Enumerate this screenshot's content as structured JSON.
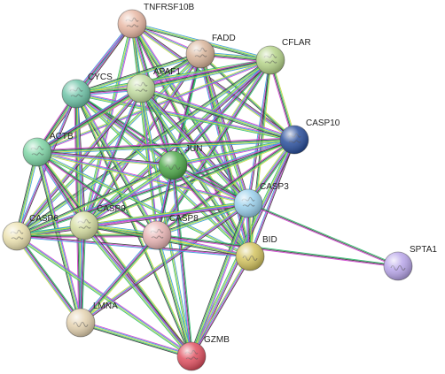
{
  "nodes": [
    {
      "id": "TNFRSF10B",
      "label": "TNFRSF10B",
      "color": "#e8b8a4",
      "glyph": "protein-icon"
    },
    {
      "id": "FADD",
      "label": "FADD",
      "color": "#d8b49a",
      "glyph": "protein-icon"
    },
    {
      "id": "CFLAR",
      "label": "CFLAR",
      "color": "#b6d48a",
      "glyph": "protein-icon"
    },
    {
      "id": "CYCS",
      "label": "CYCS",
      "color": "#6fc4a8",
      "glyph": "protein-icon"
    },
    {
      "id": "APAF1",
      "label": "APAF1",
      "color": "#c2dca0",
      "glyph": "protein-icon"
    },
    {
      "id": "CASP10",
      "label": "CASP10",
      "color": "#2a4f9c",
      "glyph": "protein-icon"
    },
    {
      "id": "ACTB",
      "label": "ACTB",
      "color": "#7fd6a6",
      "glyph": "protein-icon"
    },
    {
      "id": "JUN",
      "label": "JUN",
      "color": "#4ea84a",
      "glyph": "helix-icon"
    },
    {
      "id": "CASP3",
      "label": "CASP3",
      "color": "#9ad0ec",
      "glyph": "protein-icon"
    },
    {
      "id": "CASP6",
      "label": "CASP6",
      "color": "#ece2b0",
      "glyph": "protein-icon"
    },
    {
      "id": "CASP9",
      "label": "CASP9",
      "color": "#d4dca0",
      "glyph": "protein-icon"
    },
    {
      "id": "CASP8",
      "label": "CASP8",
      "color": "#e8b4b4",
      "glyph": "protein-icon"
    },
    {
      "id": "BID",
      "label": "BID",
      "color": "#d4c460",
      "glyph": "helix-icon"
    },
    {
      "id": "SPTA1",
      "label": "SPTA1",
      "color": "#b9a6ea",
      "glyph": "helix-icon"
    },
    {
      "id": "LMNA",
      "label": "LMNA",
      "color": "#e4d2b0",
      "glyph": "helix-icon"
    },
    {
      "id": "GZMB",
      "label": "GZMB",
      "color": "#e05060",
      "glyph": "protein-icon"
    }
  ],
  "edges": [
    [
      "TNFRSF10B",
      "FADD"
    ],
    [
      "TNFRSF10B",
      "CFLAR"
    ],
    [
      "TNFRSF10B",
      "CYCS"
    ],
    [
      "TNFRSF10B",
      "APAF1"
    ],
    [
      "TNFRSF10B",
      "CASP10"
    ],
    [
      "TNFRSF10B",
      "CASP3"
    ],
    [
      "TNFRSF10B",
      "CASP8"
    ],
    [
      "TNFRSF10B",
      "BID"
    ],
    [
      "TNFRSF10B",
      "JUN"
    ],
    [
      "TNFRSF10B",
      "ACTB"
    ],
    [
      "TNFRSF10B",
      "CASP9"
    ],
    [
      "FADD",
      "CFLAR"
    ],
    [
      "FADD",
      "CASP10"
    ],
    [
      "FADD",
      "CASP8"
    ],
    [
      "FADD",
      "CASP3"
    ],
    [
      "FADD",
      "APAF1"
    ],
    [
      "FADD",
      "CYCS"
    ],
    [
      "FADD",
      "BID"
    ],
    [
      "FADD",
      "JUN"
    ],
    [
      "FADD",
      "CASP9"
    ],
    [
      "FADD",
      "ACTB"
    ],
    [
      "FADD",
      "CASP6"
    ],
    [
      "CFLAR",
      "CASP10"
    ],
    [
      "CFLAR",
      "CASP8"
    ],
    [
      "CFLAR",
      "CASP3"
    ],
    [
      "CFLAR",
      "CYCS"
    ],
    [
      "CFLAR",
      "APAF1"
    ],
    [
      "CFLAR",
      "BID"
    ],
    [
      "CFLAR",
      "JUN"
    ],
    [
      "CFLAR",
      "CASP9"
    ],
    [
      "CFLAR",
      "ACTB"
    ],
    [
      "CFLAR",
      "CASP6"
    ],
    [
      "CYCS",
      "APAF1"
    ],
    [
      "CYCS",
      "CASP3"
    ],
    [
      "CYCS",
      "CASP9"
    ],
    [
      "CYCS",
      "CASP8"
    ],
    [
      "CYCS",
      "BID"
    ],
    [
      "CYCS",
      "ACTB"
    ],
    [
      "CYCS",
      "JUN"
    ],
    [
      "CYCS",
      "CASP6"
    ],
    [
      "CYCS",
      "CASP10"
    ],
    [
      "CYCS",
      "LMNA"
    ],
    [
      "CYCS",
      "GZMB"
    ],
    [
      "APAF1",
      "CASP9"
    ],
    [
      "APAF1",
      "CASP3"
    ],
    [
      "APAF1",
      "CASP8"
    ],
    [
      "APAF1",
      "BID"
    ],
    [
      "APAF1",
      "ACTB"
    ],
    [
      "APAF1",
      "JUN"
    ],
    [
      "APAF1",
      "CASP6"
    ],
    [
      "APAF1",
      "CASP10"
    ],
    [
      "APAF1",
      "GZMB"
    ],
    [
      "CASP10",
      "CASP8"
    ],
    [
      "CASP10",
      "CASP3"
    ],
    [
      "CASP10",
      "BID"
    ],
    [
      "CASP10",
      "JUN"
    ],
    [
      "CASP10",
      "ACTB"
    ],
    [
      "CASP10",
      "CASP9"
    ],
    [
      "CASP10",
      "CASP6"
    ],
    [
      "CASP10",
      "GZMB"
    ],
    [
      "ACTB",
      "CASP3"
    ],
    [
      "ACTB",
      "CASP6"
    ],
    [
      "ACTB",
      "CASP9"
    ],
    [
      "ACTB",
      "CASP8"
    ],
    [
      "ACTB",
      "JUN"
    ],
    [
      "ACTB",
      "LMNA"
    ],
    [
      "ACTB",
      "BID"
    ],
    [
      "ACTB",
      "GZMB"
    ],
    [
      "JUN",
      "CASP3"
    ],
    [
      "JUN",
      "CASP8"
    ],
    [
      "JUN",
      "CASP9"
    ],
    [
      "JUN",
      "BID"
    ],
    [
      "JUN",
      "CASP6"
    ],
    [
      "JUN",
      "GZMB"
    ],
    [
      "CASP3",
      "CASP6"
    ],
    [
      "CASP3",
      "CASP9"
    ],
    [
      "CASP3",
      "CASP8"
    ],
    [
      "CASP3",
      "BID"
    ],
    [
      "CASP3",
      "SPTA1"
    ],
    [
      "CASP3",
      "LMNA"
    ],
    [
      "CASP3",
      "GZMB"
    ],
    [
      "CASP6",
      "CASP9"
    ],
    [
      "CASP6",
      "CASP8"
    ],
    [
      "CASP6",
      "LMNA"
    ],
    [
      "CASP6",
      "BID"
    ],
    [
      "CASP6",
      "GZMB"
    ],
    [
      "CASP9",
      "CASP8"
    ],
    [
      "CASP9",
      "BID"
    ],
    [
      "CASP9",
      "LMNA"
    ],
    [
      "CASP9",
      "GZMB"
    ],
    [
      "CASP8",
      "BID"
    ],
    [
      "CASP8",
      "GZMB"
    ],
    [
      "CASP8",
      "LMNA"
    ],
    [
      "CASP8",
      "SPTA1"
    ],
    [
      "BID",
      "GZMB"
    ],
    [
      "LMNA",
      "GZMB"
    ]
  ],
  "edge_colors": [
    "#d040d0",
    "#3aa0d8",
    "#c8d840",
    "#30c070",
    "#404040"
  ]
}
